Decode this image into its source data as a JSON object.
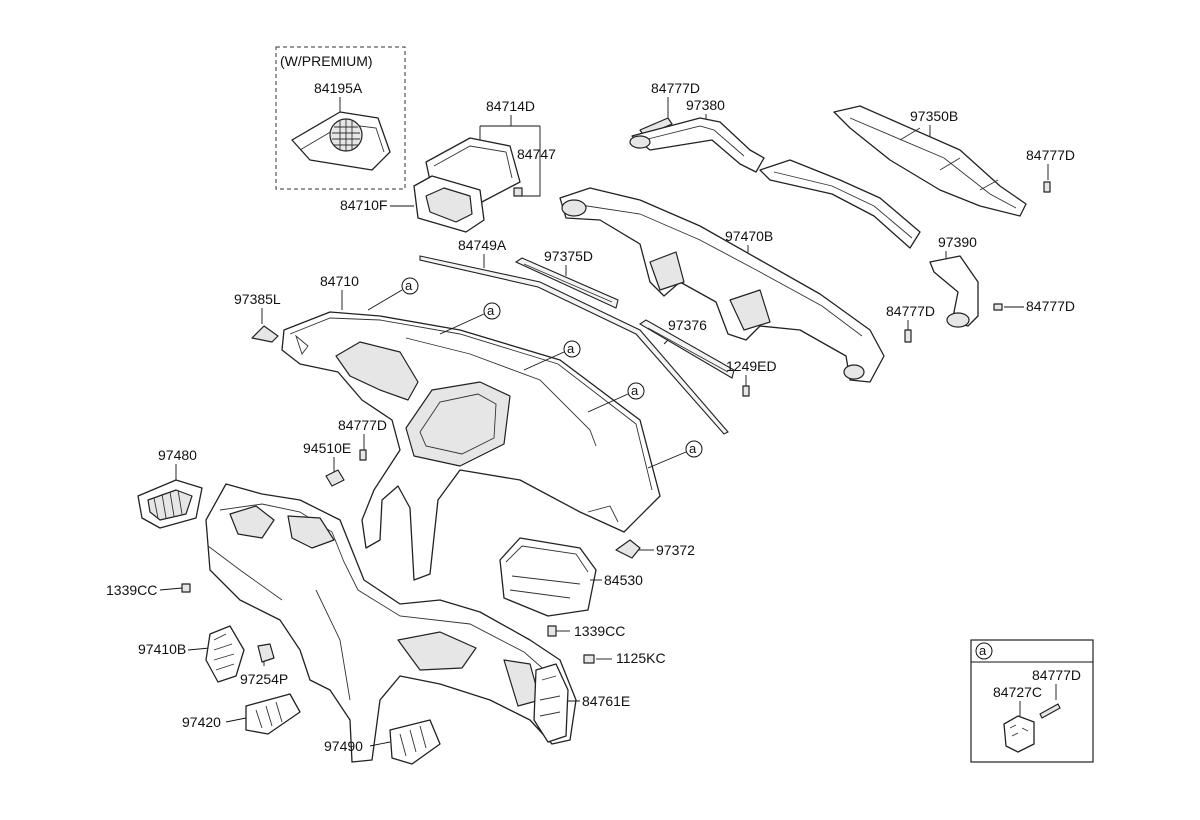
{
  "premium_box": {
    "title": "(W/PREMIUM)"
  },
  "detail_box": {
    "marker": "a"
  },
  "ref_marker": "a",
  "labels": {
    "p84195A": "84195A",
    "p84714D": "84714D",
    "p84747": "84747",
    "p84710F": "84710F",
    "p84749A": "84749A",
    "p97375D": "97375D",
    "p84710": "84710",
    "p97385L": "97385L",
    "p84777D_1": "84777D",
    "p97380": "97380",
    "p97350B": "97350B",
    "p84777D_2": "84777D",
    "p97470B": "97470B",
    "p97390": "97390",
    "p84777D_3": "84777D",
    "p84777D_4": "84777D",
    "p97376": "97376",
    "p1249ED": "1249ED",
    "p84777D_5": "84777D",
    "p94510E": "94510E",
    "p97480": "97480",
    "p97372": "97372",
    "p84530": "84530",
    "p1339CC_1": "1339CC",
    "p1339CC_2": "1339CC",
    "p97410B": "97410B",
    "p97254P": "97254P",
    "p1125KC": "1125KC",
    "p84761E": "84761E",
    "p97420": "97420",
    "p97490": "97490",
    "p84777D_6": "84777D",
    "p84727C": "84727C"
  }
}
